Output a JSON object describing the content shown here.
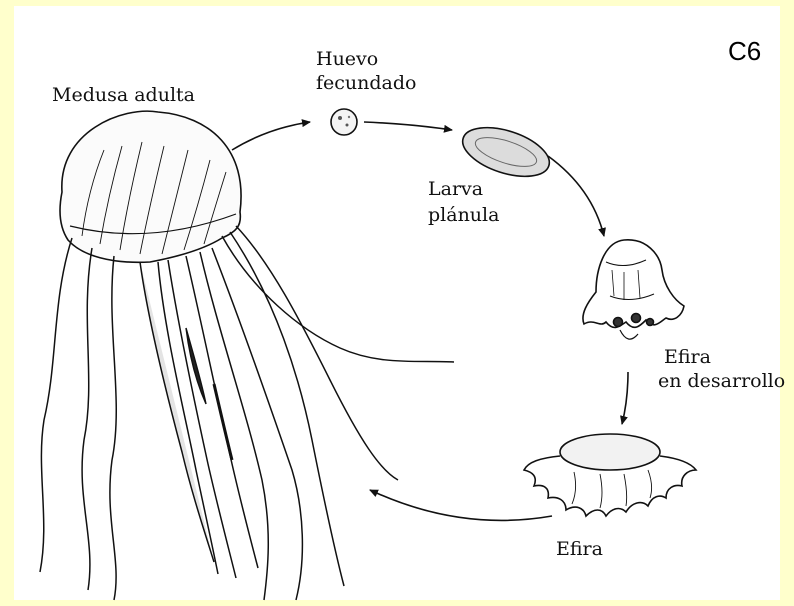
{
  "code": "C6",
  "labels": {
    "adult": "Medusa adulta",
    "egg_line1": "Huevo",
    "egg_line2": "fecundado",
    "larva_line1": "Larva",
    "larva_line2": "plánula",
    "ephyra_dev_line1": "Efira",
    "ephyra_dev_line2": "en desarrollo",
    "ephyra": "Efira"
  },
  "colors": {
    "background": "#FFFFCC",
    "panel": "#FFFFFF",
    "ink": "#111111"
  }
}
